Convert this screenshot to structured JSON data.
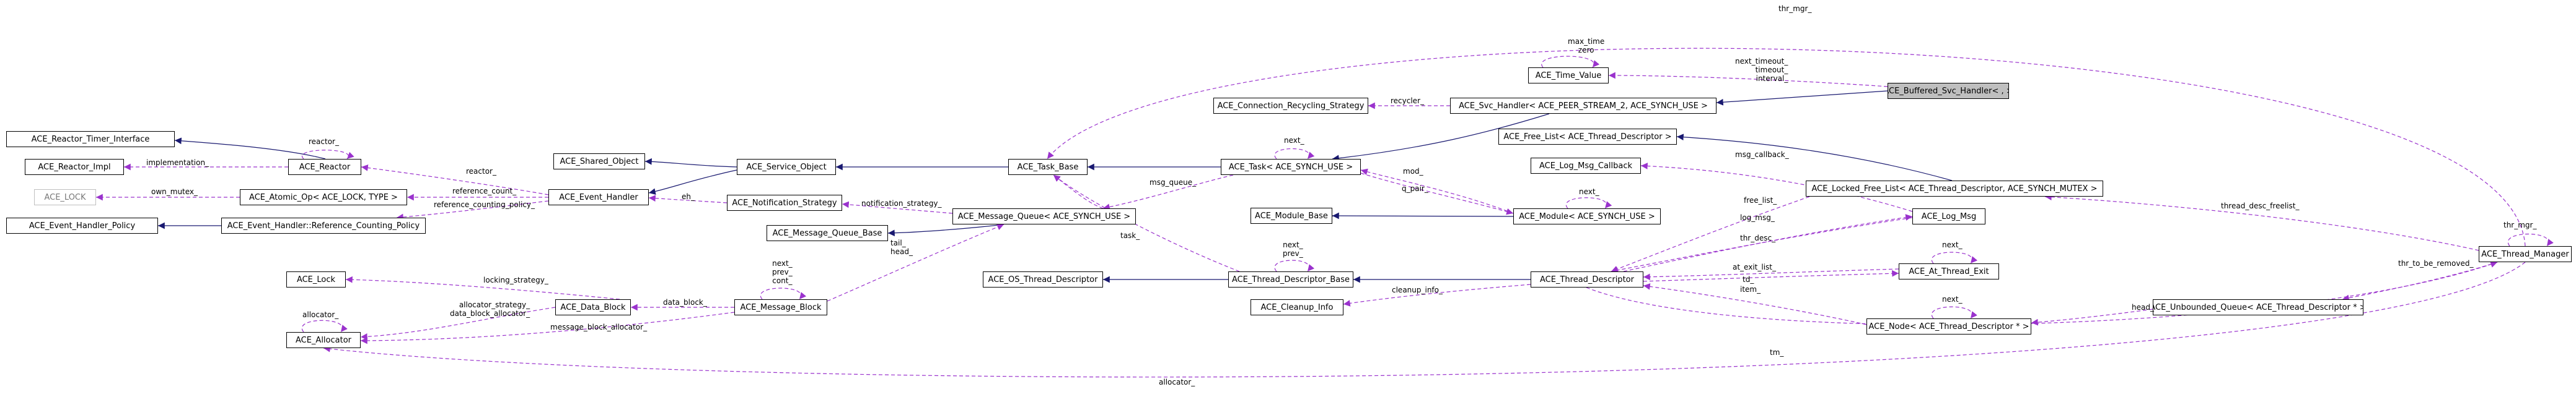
{
  "nodes": {
    "reactor_timer_interface": "ACE_Reactor_Timer_Interface",
    "reactor_impl": "ACE_Reactor_Impl",
    "reactor": "ACE_Reactor",
    "lock_node": "ACE_LOCK",
    "atomic_op": "ACE_Atomic_Op< ACE_LOCK, TYPE >",
    "eh_policy": "ACE_Event_Handler_Policy",
    "eh_rcp": "ACE_Event_Handler::Reference_Counting_Policy",
    "shared_object": "ACE_Shared_Object",
    "event_handler": "ACE_Event_Handler",
    "service_object": "ACE_Service_Object",
    "notification_strategy": "ACE_Notification_Strategy",
    "task_base": "ACE_Task_Base",
    "message_queue": "ACE_Message_Queue< ACE_SYNCH_USE >",
    "message_queue_base": "ACE_Message_Queue_Base",
    "message_block": "ACE_Message_Block",
    "data_block": "ACE_Data_Block",
    "ace_lock": "ACE_Lock",
    "allocator": "ACE_Allocator",
    "task": "ACE_Task< ACE_SYNCH_USE >",
    "conn_recycling": "ACE_Connection_Recycling_Strategy",
    "svc_handler": "ACE_Svc_Handler< ACE_PEER_STREAM_2, ACE_SYNCH_USE >",
    "time_value": "ACE_Time_Value",
    "buffered_svc_handler": "ACE_Buffered_Svc_Handler< , >",
    "module_base": "ACE_Module_Base",
    "module": "ACE_Module< ACE_SYNCH_USE >",
    "os_thread_descriptor": "ACE_OS_Thread_Descriptor",
    "thread_descriptor_base": "ACE_Thread_Descriptor_Base",
    "cleanup_info": "ACE_Cleanup_Info",
    "thread_descriptor": "ACE_Thread_Descriptor",
    "free_list": "ACE_Free_List< ACE_Thread_Descriptor >",
    "log_msg_callback": "ACE_Log_Msg_Callback",
    "locked_free_list": "ACE_Locked_Free_List< ACE_Thread_Descriptor, ACE_SYNCH_MUTEX >",
    "log_msg": "ACE_Log_Msg",
    "at_thread_exit": "ACE_At_Thread_Exit",
    "node_td": "ACE_Node< ACE_Thread_Descriptor * >",
    "unbounded_queue": "ACE_Unbounded_Queue< ACE_Thread_Descriptor * >",
    "thread_manager": "ACE_Thread_Manager"
  },
  "edge_labels": {
    "thr_mgr_top": "thr_mgr_",
    "max_time_zero": "max_time\nzero",
    "next_timeout": "next_timeout_\ntimeout_\ninterval_",
    "recycler": "recycler_",
    "next_task": "next_",
    "reactor_self": "reactor_",
    "implementation": "implementation_",
    "reactor_eh": "reactor_",
    "own_mutex": "own_mutex_",
    "reference_count": "reference_count_",
    "reference_counting_policy": "reference_counting_policy_",
    "eh": "eh_",
    "notification_strategy": "notification_strategy_",
    "msg_queue": "msg_queue_",
    "task": "task_",
    "tail_head": "tail_\nhead_",
    "next_prev_cont": "next_\nprev_\ncont_",
    "locking_strategy": "locking_strategy_",
    "data_block": "data_block_",
    "allocator_strategy": "allocator_strategy_\ndata_block_allocator_",
    "message_block_allocator": "message_block_allocator_",
    "allocator_self": "allocator_",
    "allocator_bottom": "allocator_",
    "mod": "mod_",
    "q_pair": "q_pair_",
    "next_module": "next_",
    "next_prev_tdb": "next_\nprev_",
    "cleanup_info": "cleanup_info_",
    "msg_callback": "msg_callback_",
    "free_list": "free_list_",
    "log_msg": "log_msg_",
    "thr_desc": "thr_desc_",
    "next_ate": "next_",
    "at_exit_list": "at_exit_list_",
    "td": "td_",
    "item": "item_",
    "next_node": "next_",
    "head": "head_",
    "thread_desc_freelist": "thread_desc_freelist_",
    "thr_mgr_self": "thr_mgr_",
    "thr_to_be_removed": "thr_to_be_removed_",
    "tm": "tm_"
  },
  "colors": {
    "inheritance": "#191970",
    "usage": "#9a32cd",
    "focus_fill": "#bfbfbf"
  }
}
